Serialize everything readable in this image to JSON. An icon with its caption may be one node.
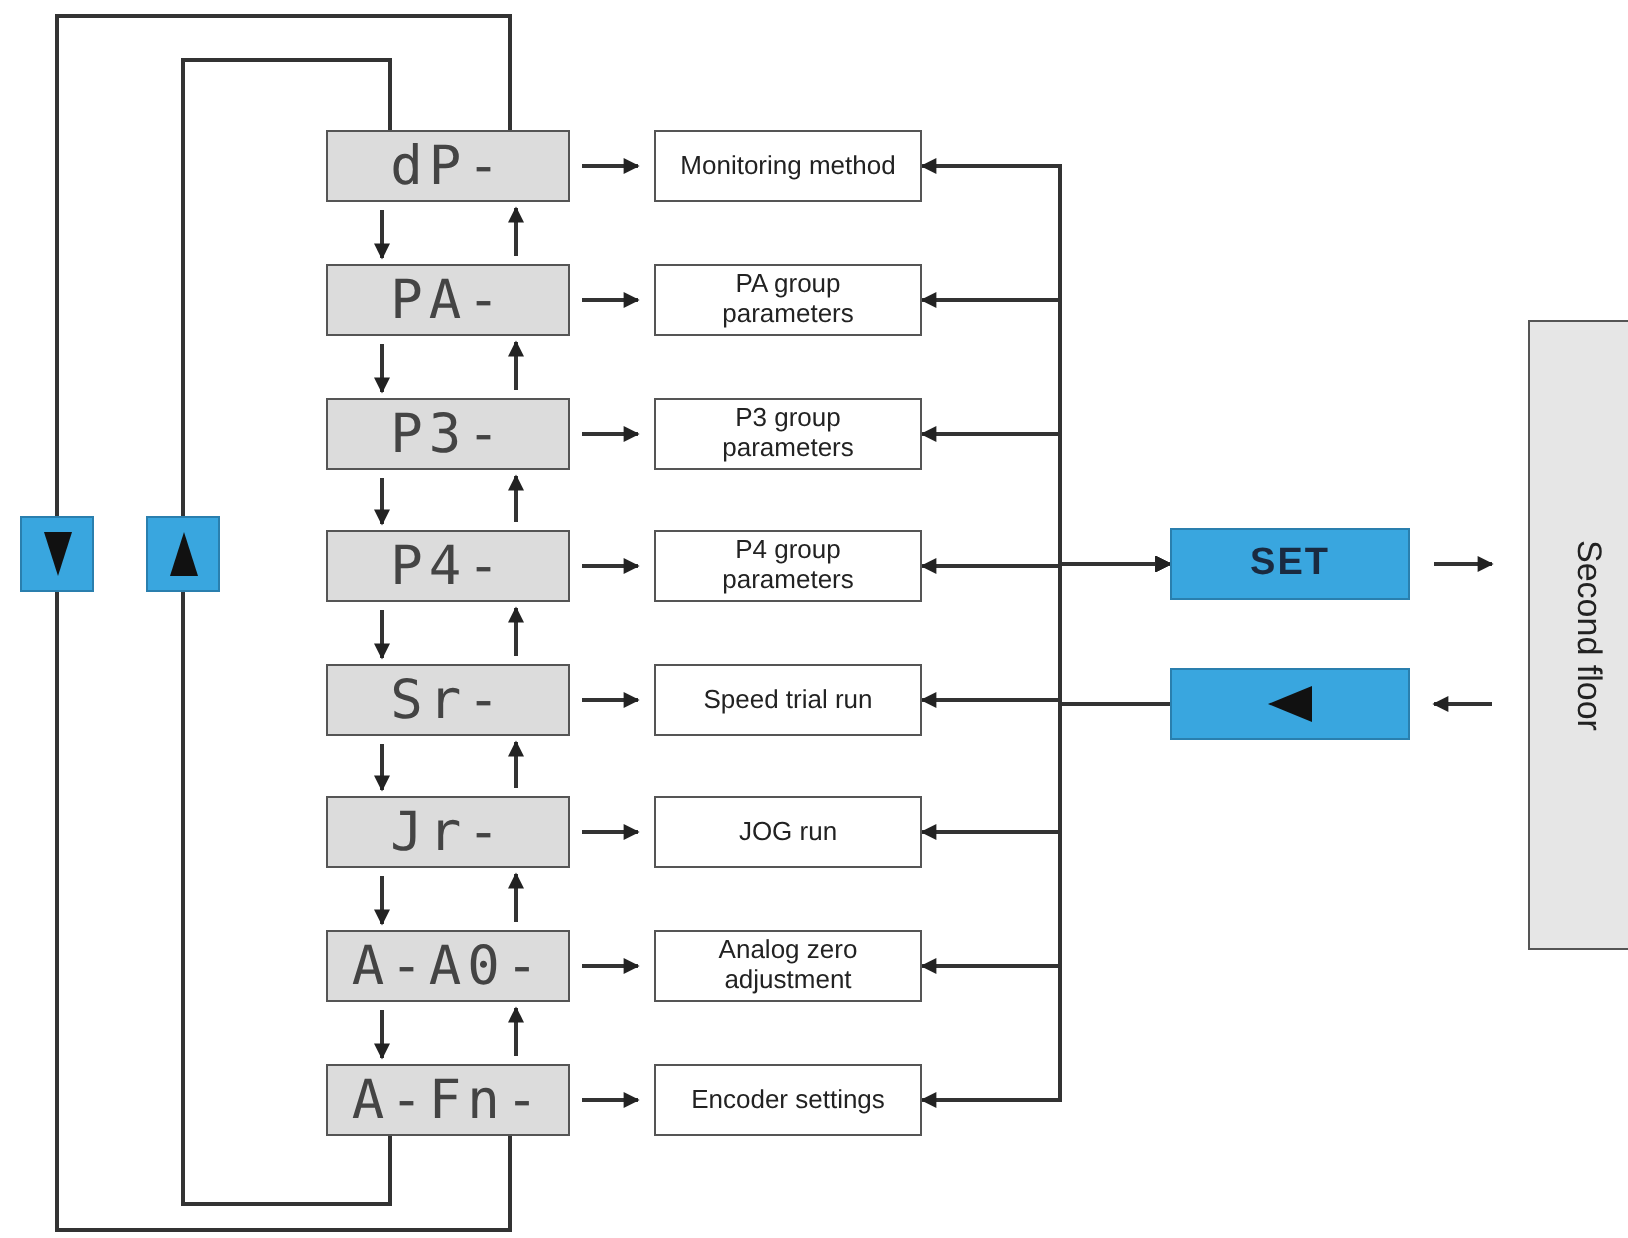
{
  "diagram": {
    "nodes": [
      {
        "text": [
          "dP-"
        ]
      },
      {
        "text": [
          "PA-"
        ]
      },
      {
        "text": [
          "P3-"
        ]
      },
      {
        "text": [
          "P4-"
        ]
      },
      {
        "text": [
          "Sr-"
        ]
      },
      {
        "text": [
          "Jr-"
        ]
      },
      {
        "text": [
          "A-A0-"
        ]
      },
      {
        "text": [
          "A-Fn-"
        ]
      },
      {
        "text": [
          "Monitoring method"
        ]
      },
      {
        "text": [
          "PA group parameters"
        ]
      },
      {
        "text": [
          "P3 group parameters"
        ]
      },
      {
        "text": [
          "P4 group parameters"
        ]
      },
      {
        "text": [
          "Speed trial run"
        ]
      },
      {
        "text": [
          "JOG run"
        ]
      },
      {
        "text": [
          "Analog zero adjustment"
        ]
      },
      {
        "text": [
          "Encoder settings"
        ]
      },
      {
        "text": [],
        "shape": "box"
      },
      {
        "text": [],
        "shape": "box"
      },
      {
        "text": [
          "SET"
        ]
      },
      {
        "text": [],
        "shape": "box"
      },
      {
        "text": [
          "Second floor"
        ]
      }
    ],
    "edges": [
      {
        "from": 0,
        "to": 1,
        "arrow": "to"
      },
      {
        "from": 1,
        "to": 2,
        "arrow": "to"
      },
      {
        "from": 2,
        "to": 3,
        "arrow": "to"
      },
      {
        "from": 3,
        "to": 4,
        "arrow": "to"
      },
      {
        "from": 4,
        "to": 5,
        "arrow": "to"
      },
      {
        "from": 5,
        "to": 6,
        "arrow": "to"
      },
      {
        "from": 6,
        "to": 7,
        "arrow": "to"
      },
      {
        "from": 1,
        "to": 0,
        "arrow": "to"
      },
      {
        "from": 2,
        "to": 1,
        "arrow": "to"
      },
      {
        "from": 3,
        "to": 2,
        "arrow": "to"
      },
      {
        "from": 4,
        "to": 3,
        "arrow": "to"
      },
      {
        "from": 5,
        "to": 4,
        "arrow": "to"
      },
      {
        "from": 6,
        "to": 5,
        "arrow": "to"
      },
      {
        "from": 7,
        "to": 6,
        "arrow": "to"
      },
      {
        "from": 0,
        "to": 8,
        "arrow": "to"
      },
      {
        "from": 1,
        "to": 9,
        "arrow": "to"
      },
      {
        "from": 2,
        "to": 10,
        "arrow": "to"
      },
      {
        "from": 3,
        "to": 11,
        "arrow": "to"
      },
      {
        "from": 4,
        "to": 12,
        "arrow": "to"
      },
      {
        "from": 5,
        "to": 13,
        "arrow": "to"
      },
      {
        "from": 6,
        "to": 14,
        "arrow": "to"
      },
      {
        "from": 7,
        "to": 15,
        "arrow": "to"
      },
      {
        "from": 0,
        "to": 16,
        "arrow": "none"
      },
      {
        "from": 16,
        "to": 7,
        "arrow": "none"
      },
      {
        "from": 7,
        "to": 17,
        "arrow": "none"
      },
      {
        "from": 17,
        "to": 0,
        "arrow": "none"
      },
      {
        "from": 8,
        "to": 18,
        "arrow": "to"
      },
      {
        "from": 9,
        "to": 18,
        "arrow": "to"
      },
      {
        "from": 10,
        "to": 18,
        "arrow": "to"
      },
      {
        "from": 11,
        "to": 18,
        "arrow": "to"
      },
      {
        "from": 12,
        "to": 18,
        "arrow": "to"
      },
      {
        "from": 13,
        "to": 18,
        "arrow": "to"
      },
      {
        "from": 14,
        "to": 18,
        "arrow": "to"
      },
      {
        "from": 15,
        "to": 18,
        "arrow": "to"
      },
      {
        "from": 19,
        "to": 8,
        "arrow": "to"
      },
      {
        "from": 19,
        "to": 9,
        "arrow": "to"
      },
      {
        "from": 19,
        "to": 10,
        "arrow": "to"
      },
      {
        "from": 19,
        "to": 11,
        "arrow": "to"
      },
      {
        "from": 19,
        "to": 12,
        "arrow": "to"
      },
      {
        "from": 19,
        "to": 13,
        "arrow": "to"
      },
      {
        "from": 19,
        "to": 14,
        "arrow": "to"
      },
      {
        "from": 19,
        "to": 15,
        "arrow": "to"
      },
      {
        "from": 18,
        "to": 20,
        "arrow": "to"
      },
      {
        "from": 20,
        "to": 19,
        "arrow": "to"
      }
    ]
  }
}
